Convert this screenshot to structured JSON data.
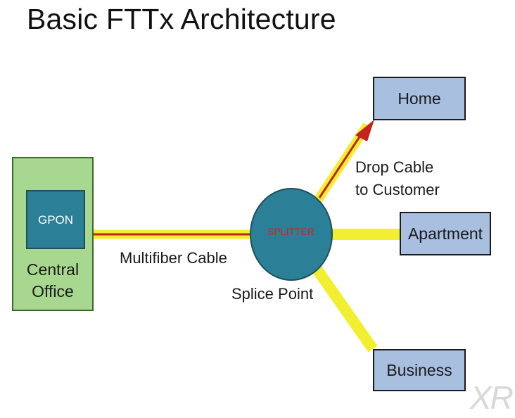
{
  "title": "Basic FTTx Architecture",
  "central_office": {
    "gpon_label": "GPON",
    "label_line1": "Central",
    "label_line2": "Office"
  },
  "splitter": {
    "label": "SPLITTER"
  },
  "labels": {
    "multifiber": "Multifiber Cable",
    "splice_point": "Splice Point",
    "drop_line1": "Drop Cable",
    "drop_line2": "to Customer"
  },
  "destinations": {
    "home": "Home",
    "apartment": "Apartment",
    "business": "Business"
  },
  "watermark": "XR",
  "colors": {
    "cable_yellow": "#f2ef33",
    "cable_red": "#c3221e",
    "office_green": "#a8d890",
    "gpon_teal": "#2b7f96",
    "splitter_teal": "#2b7f96",
    "dest_blue": "#a8bfe0"
  }
}
